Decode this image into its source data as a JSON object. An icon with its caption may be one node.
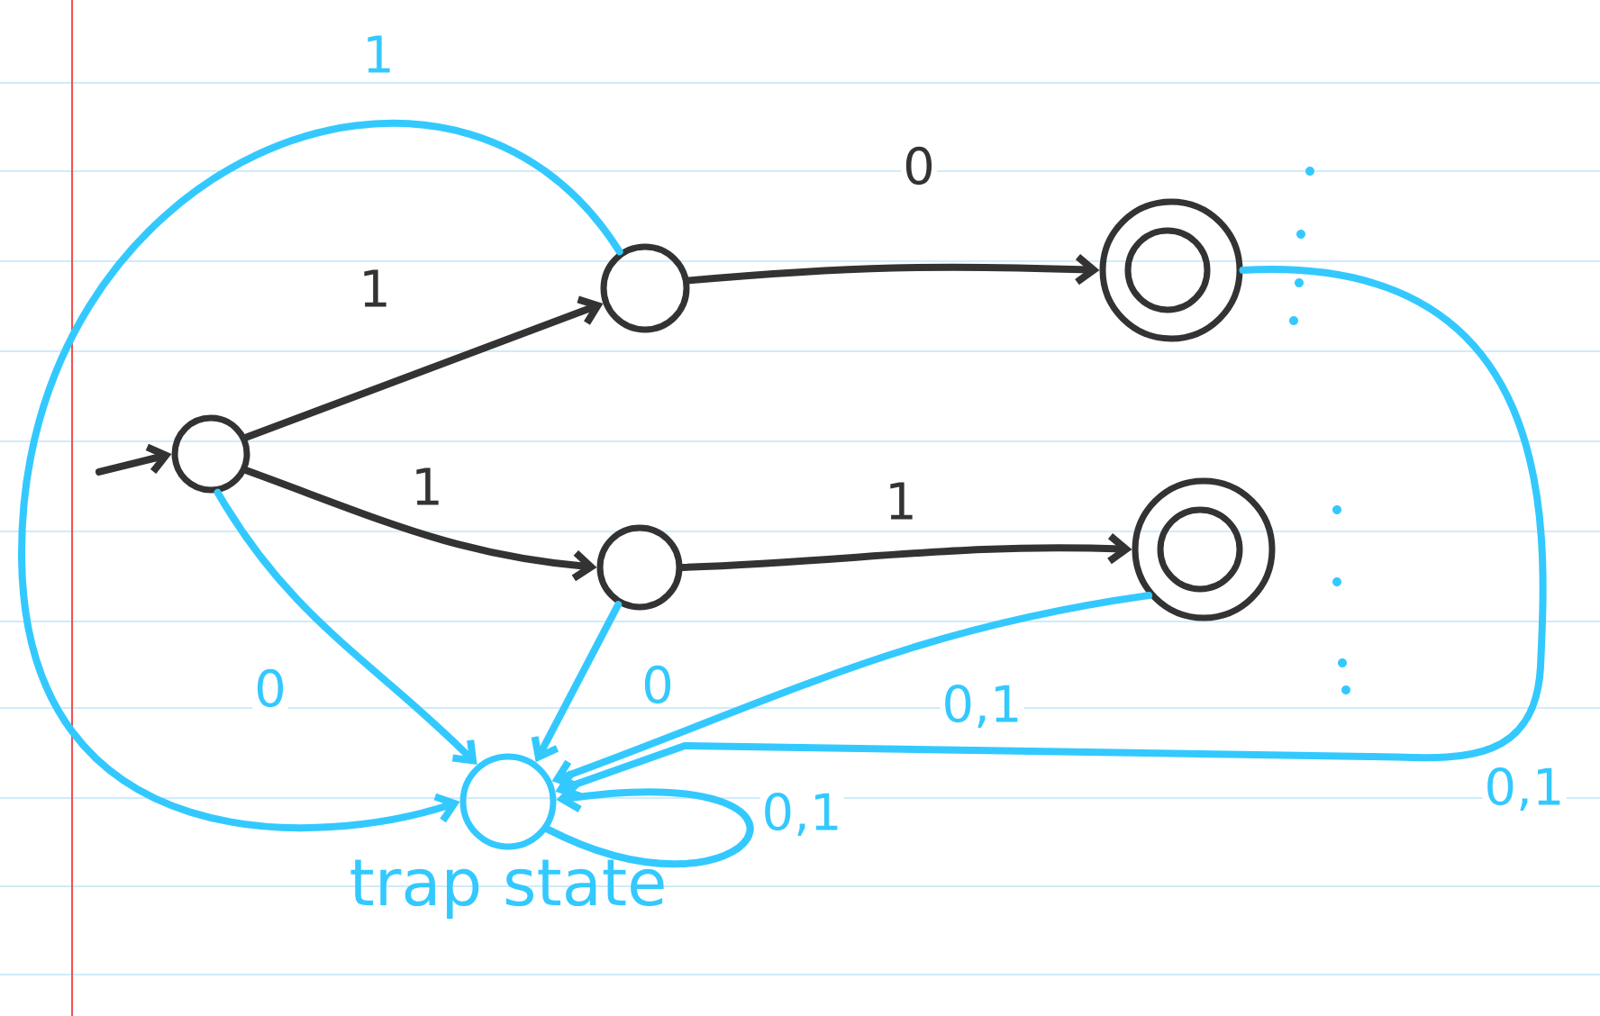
{
  "diagram": {
    "nodes": [
      {
        "text": [],
        "shape": "circle"
      },
      {
        "text": [],
        "shape": "circle"
      },
      {
        "text": [],
        "shape": "circle"
      },
      {
        "text": [],
        "shape": "circle"
      },
      {
        "text": [],
        "shape": "circle"
      },
      {
        "text": [
          "trap state"
        ]
      }
    ],
    "edges": [
      {
        "from": null,
        "to": 0,
        "arrow": "to",
        "color": "#333333"
      },
      {
        "from": 0,
        "to": 1,
        "arrow": "to",
        "label": "1",
        "color": "#333333"
      },
      {
        "from": 0,
        "to": 3,
        "arrow": "to",
        "label": "1",
        "color": "#333333"
      },
      {
        "from": 1,
        "to": 2,
        "arrow": "to",
        "label": "0",
        "color": "#333333"
      },
      {
        "from": 3,
        "to": 4,
        "arrow": "to",
        "label": "1",
        "color": "#333333"
      },
      {
        "from": 1,
        "to": 5,
        "arrow": "to",
        "label": "1"
      },
      {
        "from": 0,
        "to": 5,
        "arrow": "to",
        "label": "0"
      },
      {
        "from": 3,
        "to": 5,
        "arrow": "to",
        "label": "0"
      },
      {
        "from": 4,
        "to": 5,
        "arrow": "to",
        "label": "0,1"
      },
      {
        "from": 2,
        "to": 5,
        "arrow": "to",
        "label": "0,1"
      },
      {
        "from": 5,
        "to": 5,
        "arrow": "to",
        "label": "0,1"
      }
    ]
  }
}
